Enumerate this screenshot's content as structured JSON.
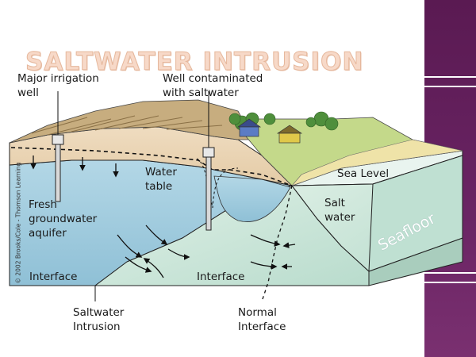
{
  "slide": {
    "title": "SALTWATER INTRUSION",
    "colors": {
      "title": "#f7d9c8",
      "side_band": "#5a1a52",
      "fresh_water": "#9cc9dc",
      "salt_water": "#cfe6da",
      "sand": "#e8d3b4",
      "grass": "#b9d07a"
    }
  },
  "diagram": {
    "labels": {
      "irrigation_well": "Major irrigation\nwell",
      "contaminated_well": "Well contaminated\nwith saltwater",
      "water_table": "Water\ntable",
      "sea_level": "Sea Level",
      "salt_water": "Salt\nwater",
      "fresh_aquifer": "Fresh\ngroundwater\naquifer",
      "interface_left": "Interface",
      "interface_center": "Interface",
      "seafloor": "Seafloor",
      "saltwater_intrusion": "Saltwater\nIntrusion",
      "normal_interface": "Normal\nInterface"
    },
    "credit": "© 2002 Brooks/Cole - Thomson Learning"
  }
}
